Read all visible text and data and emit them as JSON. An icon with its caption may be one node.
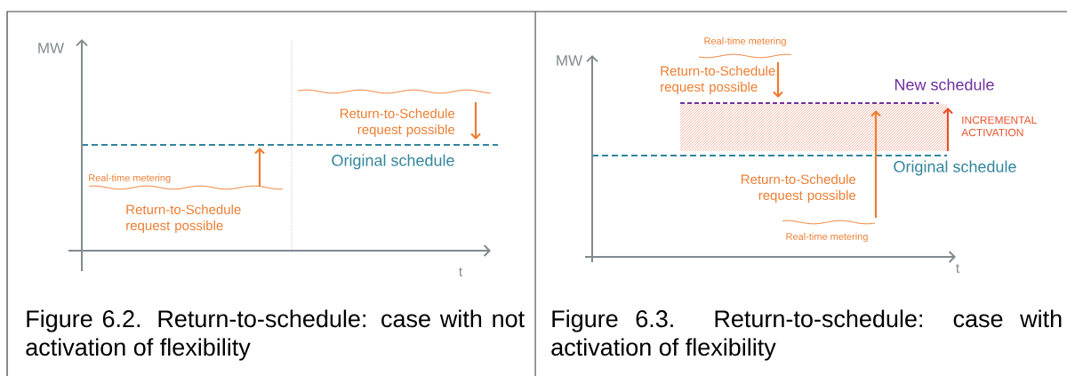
{
  "diagram": {
    "labels": [
      "MW",
      "Return-to-Schedule request possible",
      "Original schedule",
      "Real-time metering",
      "Return-to-Schedule request possible",
      "t",
      "Figure 6.2. Return-to-schedule: case with not activation of flexibility",
      "Real-time metering",
      "MW",
      "Return-to-Schedule request possible",
      "New schedule",
      "INCREMENTAL ACTIVATION",
      "Original schedule",
      "Return-to-Schedule request possible",
      "Real-time metering",
      "t",
      "Figure 6.3. Return-to-schedule: case with activation of flexibility"
    ]
  }
}
